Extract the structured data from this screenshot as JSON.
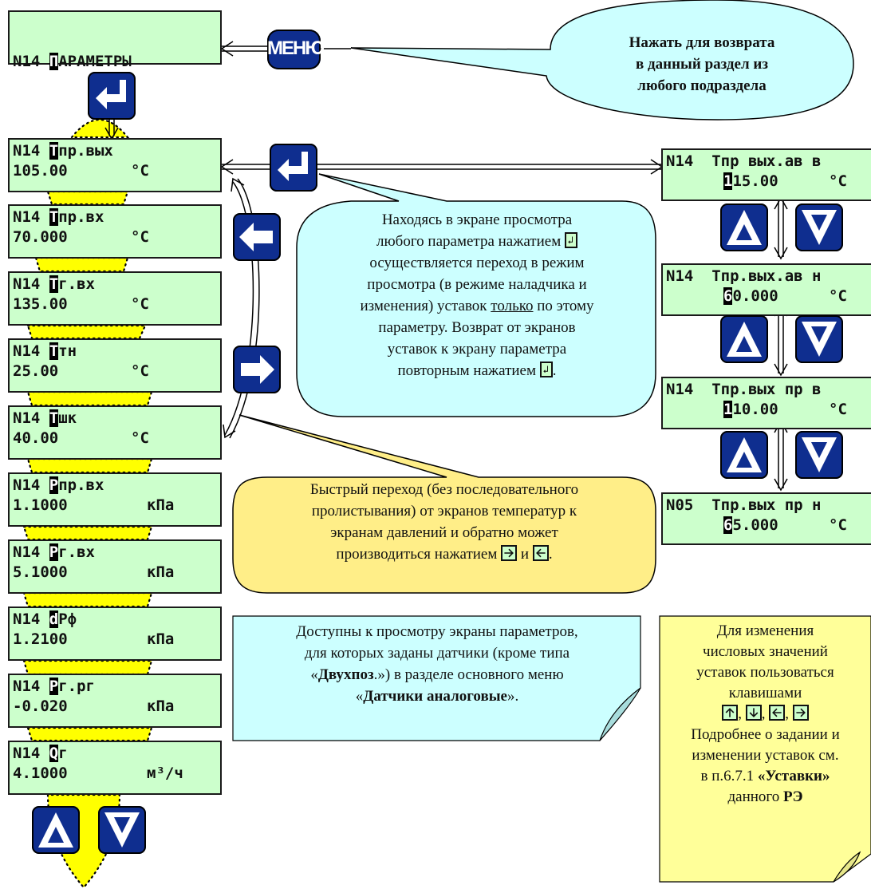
{
  "menu_key_label": "МЕНЮ",
  "top_screen": {
    "prefix": "N14 ",
    "cursor": "П",
    "rest": "АРАМЕТРЫ"
  },
  "callouts": {
    "menu_return": [
      "Нажать для возврата",
      "в данный раздел из",
      "любого подраздела"
    ],
    "enter_info": {
      "l1": "Находясь в экране просмотра",
      "l2": "любого параметра нажатием",
      "l3": "осуществляется переход в режим",
      "l4": "просмотра (в режиме наладчика и",
      "l5a": "изменения) уставок",
      "l5u": "только",
      "l5b": "по этому",
      "l6": "параметру. Возврат от экранов",
      "l7": "уставок к экрану параметра",
      "l8": "повторным нажатием"
    },
    "fast_jump": {
      "l1": "Быстрый переход (без последовательного",
      "l2": "пролистывания) от экранов температур к",
      "l3": "экранам давлений и обратно может",
      "l4": "производиться нажатием",
      "l4b": "и"
    },
    "available_note": {
      "l1": "Доступны к просмотру экраны параметров,",
      "l2": "для которых заданы датчики (кроме типа",
      "l3a": "«",
      "l3b": "Двухпоз",
      "l3c": ".») в разделе основного меню",
      "l4a": "«",
      "l4b": "Датчики аналоговые",
      "l4c": "»."
    },
    "edit_note": {
      "l1": "Для изменения",
      "l2": "числовых значений",
      "l3": "уставок пользоваться",
      "l4": "клавишами",
      "l5": "Подробнее о задании и",
      "l6": "изменении уставок см.",
      "l7a": "в п.6.7.1 ",
      "l7b": "«Уставки»",
      "l8a": "данного ",
      "l8b": "РЭ"
    }
  },
  "param_screens": [
    {
      "prefix": "N14 ",
      "cursor": "Т",
      "name": "пр.вых",
      "value": "105.00",
      "unit": "°C"
    },
    {
      "prefix": "N14 ",
      "cursor": "Т",
      "name": "пр.вх",
      "value": "70.000",
      "unit": "°C"
    },
    {
      "prefix": "N14 ",
      "cursor": "Т",
      "name": "г.вх",
      "value": "135.00",
      "unit": "°C"
    },
    {
      "prefix": "N14 ",
      "cursor": "Т",
      "name": "тн",
      "value": "25.00",
      "unit": "°C"
    },
    {
      "prefix": "N14 ",
      "cursor": "Т",
      "name": "шк",
      "value": "40.00",
      "unit": "°C"
    },
    {
      "prefix": "N14 ",
      "cursor": "Р",
      "name": "пр.вх",
      "value": "1.1000",
      "unit": "кПа"
    },
    {
      "prefix": "N14 ",
      "cursor": "Р",
      "name": "г.вх",
      "value": "5.1000",
      "unit": "кПа"
    },
    {
      "prefix": "N14 ",
      "cursor": "d",
      "name": "Рф",
      "value": "1.2100",
      "unit": "кПа"
    },
    {
      "prefix": "N14 ",
      "cursor": "Р",
      "name": "г.рг",
      "value": "-0.020",
      "unit": "кПа"
    },
    {
      "prefix": "N14 ",
      "cursor": "Q",
      "name": "г",
      "value": "4.1000",
      "unit": "м³/ч"
    }
  ],
  "setpoint_screens": [
    {
      "line1": "N14  Tпр вых.ав в",
      "cursor": "1",
      "value": "15.00",
      "unit": "°C"
    },
    {
      "line1": "N14  Тпр.вых.ав н",
      "cursor": "6",
      "value": "0.000",
      "unit": "°C"
    },
    {
      "line1": "N14  Тпр.вых пр в",
      "cursor": "1",
      "value": "10.00",
      "unit": "°C"
    },
    {
      "line1": "N05  Тпр.вых пр н",
      "cursor": "6",
      "value": "5.000",
      "unit": "°C"
    }
  ],
  "colors": {
    "lcd": "#ccffcc",
    "key": "#0f2e8f",
    "yellow": "#ffff00",
    "bubble_blue": "#ccffff",
    "bubble_yellow": "#ffee88",
    "note_yellow": "#ffff99"
  }
}
